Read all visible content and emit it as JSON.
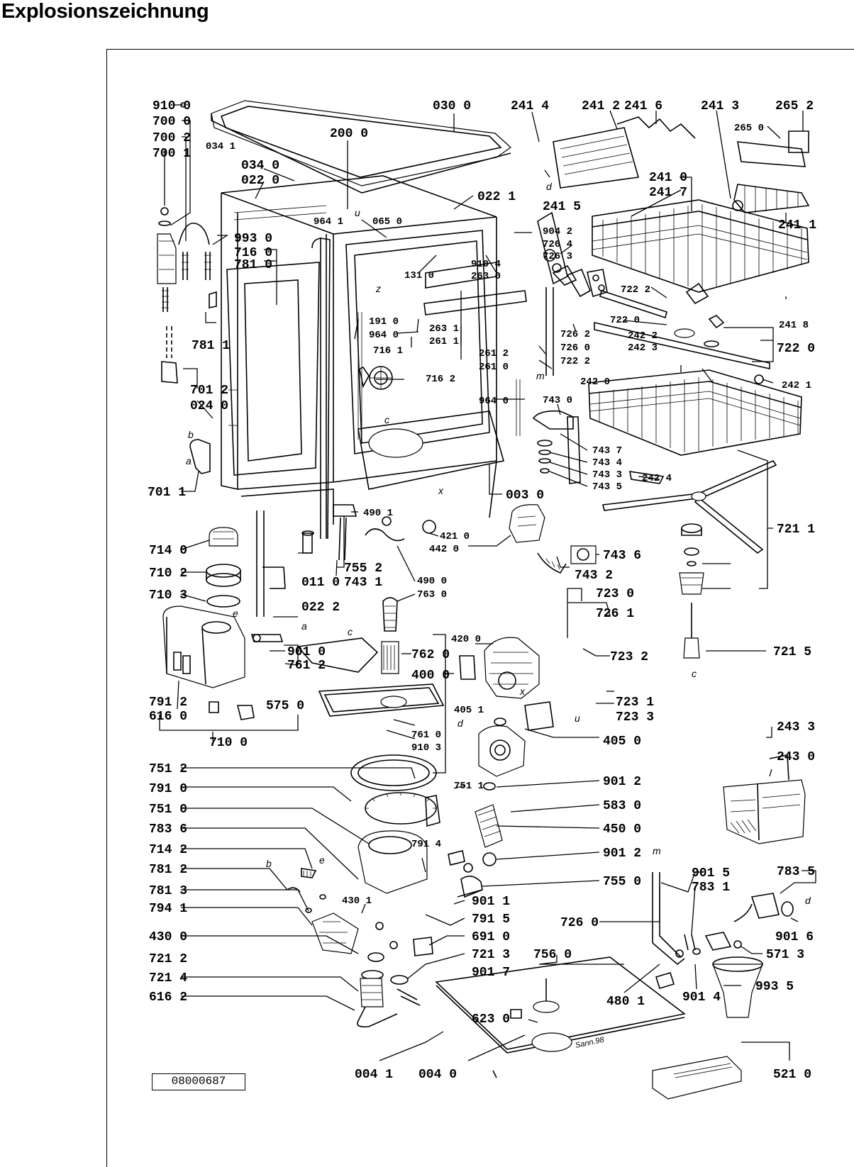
{
  "heading": "Explosionszeichnung",
  "reference_number": "08000687",
  "signature": "Sann.98",
  "markers": [
    "a",
    "b",
    "c",
    "d",
    "e",
    "m",
    "u",
    "x",
    "z"
  ],
  "labels": {
    "l9100": "910 0",
    "l7000": "700 0",
    "l7002": "700 2",
    "l7001": "700 1",
    "l0341": "034 1",
    "l0340": "034 0",
    "l0220": "022 0",
    "l2000": "200 0",
    "l0300": "030 0",
    "l2414": "241 4",
    "l2412": "241 2",
    "l2416": "241 6",
    "l2413": "241 3",
    "l2652": "265 2",
    "l2650": "265 0",
    "l2410": "241 0",
    "l2417": "241 7",
    "l2415": "241 5",
    "l2411": "241 1",
    "l0221": "022 1",
    "l9641": "964 1",
    "l0650": "065 0",
    "l9042": "904 2",
    "l7264": "726 4",
    "l7263": "726 3",
    "l9930": "993 0",
    "l7160": "716 0",
    "l7810": "781 0",
    "l1310": "131 0",
    "l9104": "910 4",
    "l2630": "263 0",
    "l7222a": "722 2",
    "l2418": "241 8",
    "l7220a": "722 0",
    "l7220b": "722 0",
    "l1910": "191 0",
    "l9640": "964 0",
    "l2631": "263 1",
    "l2611": "261 1",
    "l7811": "781 1",
    "l7161": "716 1",
    "l2612": "261 2",
    "l2610": "261 0",
    "l7262": "726 2",
    "l7260a": "726 0",
    "l7222b": "722 2",
    "l2422": "242 2",
    "l2423": "242 3",
    "l2420": "242 0",
    "l2421": "242 1",
    "l7012": "701 2",
    "l0240": "024 0",
    "l7162": "716 2",
    "l9640b": "964 0",
    "l7430": "743 0",
    "l7437": "743 7",
    "l7434": "743 4",
    "l7433": "743 3",
    "l7435": "743 5",
    "l2424": "242 4",
    "l7011": "701 1",
    "l0030": "003 0",
    "l4901": "490 1",
    "l4210": "421 0",
    "l4420": "442 0",
    "l7436": "743 6",
    "l7211": "721 1",
    "l7140": "714 0",
    "l7552": "755 2",
    "l7431": "743 1",
    "l0110": "011 0",
    "l7432": "743 2",
    "l7102": "710 2",
    "l4900": "490 0",
    "l7630": "763 0",
    "l7230": "723 0",
    "l7103": "710 3",
    "l0222": "022 2",
    "l7261": "726 1",
    "l4200": "420 0",
    "l7620": "762 0",
    "l7232": "723 2",
    "l7215": "721 5",
    "l9010": "901 0",
    "l4000": "400 0",
    "l7612": "761 2",
    "l7912": "791 2",
    "l4051": "405 1",
    "l7231": "723 1",
    "l6160": "616 0",
    "l5750": "575 0",
    "l7233": "723 3",
    "l7610": "761 0",
    "l7100": "710 0",
    "l9103": "910 3",
    "l4050": "405 0",
    "l2433": "243 3",
    "l2430": "243 0",
    "l7512": "751 2",
    "l7511": "751 1",
    "l9012a": "901 2",
    "l7910": "791 0",
    "l5830": "583 0",
    "l7510": "751 0",
    "l4500": "450 0",
    "l7836": "783 6",
    "l7914": "791 4",
    "l9012b": "901 2",
    "l7142": "714 2",
    "l7812": "781 2",
    "l7550": "755 0",
    "l9015": "901 5",
    "l7835": "783 5",
    "l7813": "781 3",
    "l7831": "783 1",
    "l9011": "901 1",
    "l4301": "430 1",
    "l7941": "794 1",
    "l7915": "791 5",
    "l7260b": "726 0",
    "l4300": "430 0",
    "l6910": "691 0",
    "l9016": "901 6",
    "l7212": "721 2",
    "l7213": "721 3",
    "l5713": "571 3",
    "l7560": "756 0",
    "l7214": "721 4",
    "l9017": "901 7",
    "l6162": "616 2",
    "l4801": "480 1",
    "l9014": "901 4",
    "l9935": "993 5",
    "l6230": "623 0",
    "l0041": "004 1",
    "l0040": "004 0",
    "l5210": "521 0"
  }
}
